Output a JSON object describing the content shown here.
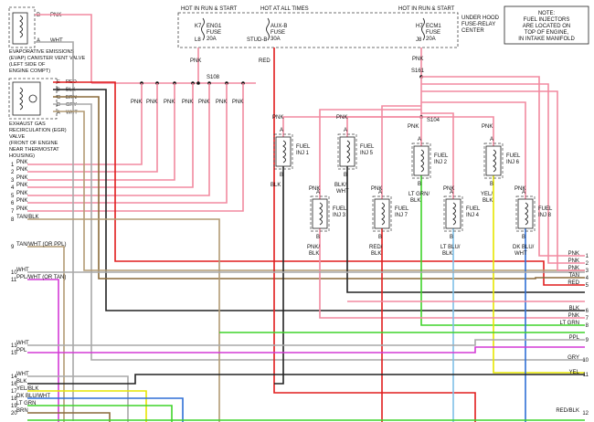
{
  "colors": {
    "pink": "#f28aa0",
    "red": "#e11d1d",
    "green": "#3fd32a",
    "yellow": "#e6e600",
    "violet": "#d33ad6",
    "gray": "#a8a8a8",
    "black": "#222222",
    "blue": "#2f6fd6",
    "tan": "#b39b74",
    "brown": "#8a6a3a",
    "ltblue": "#7fbfe8"
  },
  "fuse_block": {
    "hot_run_start_1": "HOT IN RUN & START",
    "hot_all_times": "HOT AT ALL TIMES",
    "hot_run_start_2": "HOT IN RUN & START",
    "k7": "K7",
    "eng1": "ENG1",
    "fuse1": "FUSE",
    "l8": "L8",
    "amp1": "20A",
    "auxb": "AUX-B",
    "fuse2": "FUSE",
    "studb": "STUD-B",
    "amp2": "30A",
    "h7": "H7",
    "ecm1": "ECM1",
    "fuse3": "FUSE",
    "j8": "J8",
    "amp3": "20A",
    "center_l1": "UNDER HOOD",
    "center_l2": "FUSE-RELAY",
    "center_l3": "CENTER"
  },
  "note": {
    "l1": "NOTE:",
    "l2": "FUEL INJECTORS",
    "l3": "ARE LOCATED ON",
    "l4": "TOP OF ENGINE,",
    "l5": "IN INTAKE MANIFOLD"
  },
  "evap": {
    "pin_b": "B",
    "wire_b": "PNK",
    "pin_a": "A",
    "wire_a": "WHT",
    "l1": "EVAPORATIVE EMISSIONS",
    "l2": "(EVAP) CANISTER VENT VALVE",
    "l3": "(LEFT SIDE OF",
    "l4": "ENGINE COMPT)"
  },
  "egr": {
    "pins": [
      "E",
      "B",
      "C",
      "D",
      "A"
    ],
    "wires": [
      "RED",
      "BLK",
      "BRN",
      "GRY",
      "WHT"
    ],
    "l1": "EXHAUST GAS",
    "l2": "RECIRCULATION (EGR)",
    "l3": "VALVE",
    "l4": "(FRONT OF ENGINE",
    "l5": "NEAR THERMOSTAT",
    "l6": "HOUSING)"
  },
  "splices": {
    "s108": "S108",
    "s161": "S161",
    "s104": "S104"
  },
  "wire_pink": "PNK",
  "wire_red": "RED",
  "injectors_top": [
    {
      "name_l1": "FUEL",
      "name_l2": "INJ 1",
      "wire_out": "BLK"
    },
    {
      "name_l1": "FUEL",
      "name_l2": "INJ 5",
      "wire_out": "BLK/",
      "wire_out2": "WHT"
    },
    {
      "name_l1": "FUEL",
      "name_l2": "INJ 2",
      "wire_out": "LT GRN/",
      "wire_out2": "BLK"
    },
    {
      "name_l1": "FUEL",
      "name_l2": "INJ 6",
      "wire_out": "YEL/",
      "wire_out2": "BLK"
    }
  ],
  "injectors_bottom": [
    {
      "name_l1": "FUEL",
      "name_l2": "INJ 3",
      "wire_out": "PNK/",
      "wire_out2": "BLK"
    },
    {
      "name_l1": "FUEL",
      "name_l2": "INJ 7",
      "wire_out": "RED/",
      "wire_out2": "BLK"
    },
    {
      "name_l1": "FUEL",
      "name_l2": "INJ 4",
      "wire_out": "LT BLU/",
      "wire_out2": "BLK"
    },
    {
      "name_l1": "FUEL",
      "name_l2": "INJ 8",
      "wire_out": "DK BLU/",
      "wire_out2": "WHT"
    }
  ],
  "pin_labels": {
    "a": "A",
    "b": "B"
  },
  "left_connector": [
    {
      "num": "1",
      "label": "PNK"
    },
    {
      "num": "2",
      "label": "PNK"
    },
    {
      "num": "3",
      "label": "PNK"
    },
    {
      "num": "4",
      "label": "PNK"
    },
    {
      "num": "5",
      "label": "PNK"
    },
    {
      "num": "6",
      "label": "PNK"
    },
    {
      "num": "7",
      "label": "PNK"
    },
    {
      "num": "8",
      "label": "TAN/BLK"
    },
    {
      "num": "9",
      "label": "TAN/WHT (OR PPL)"
    },
    {
      "num": "10",
      "label": "WHT"
    },
    {
      "num": "11",
      "label": "PPL/WHT (OR TAN)"
    },
    {
      "num": "13",
      "label": "WHT"
    },
    {
      "num": "15",
      "label": "PPL"
    },
    {
      "num": "14",
      "label": "WHT"
    },
    {
      "num": "16",
      "label": "BLK"
    },
    {
      "num": "17",
      "label": "YEL/BLK"
    },
    {
      "num": "18",
      "label": "DK BLU/WHT"
    },
    {
      "num": "19",
      "label": "LT GRN"
    },
    {
      "num": "20",
      "label": "BRN"
    }
  ],
  "right_connector": [
    {
      "num": "1",
      "label": "PNK"
    },
    {
      "num": "2",
      "label": "PNK"
    },
    {
      "num": "3",
      "label": "PNK"
    },
    {
      "num": "4",
      "label": "TAN"
    },
    {
      "num": "5",
      "label": "RED"
    },
    {
      "num": "6",
      "label": "BLK"
    },
    {
      "num": "7",
      "label": "PNK"
    },
    {
      "num": "8",
      "label": "LT GRN"
    },
    {
      "num": "9",
      "label": "PPL"
    },
    {
      "num": "10",
      "label": "GRY"
    },
    {
      "num": "11",
      "label": "YEL"
    },
    {
      "num": "12",
      "label": "RED/BLK"
    }
  ]
}
